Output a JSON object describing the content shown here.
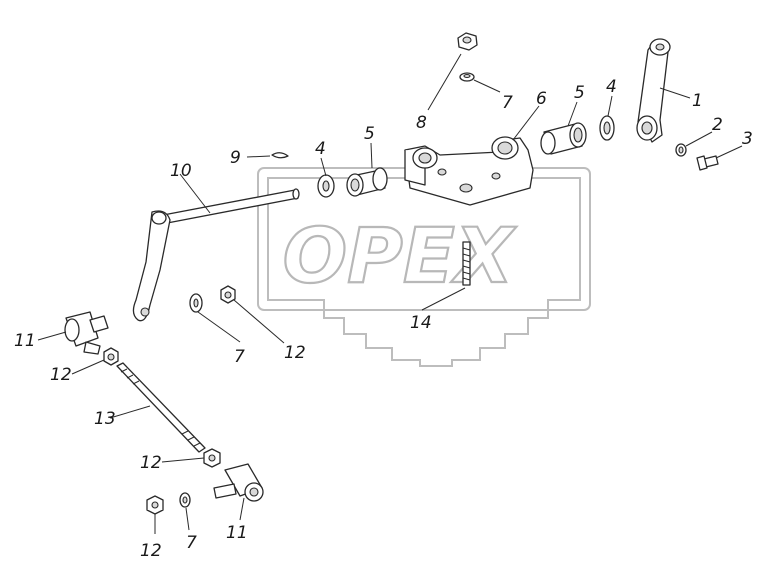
{
  "watermark": {
    "text": "OPEX",
    "color": "#b8b8b8"
  },
  "callouts": [
    {
      "id": "c1",
      "text": "1"
    },
    {
      "id": "c2",
      "text": "2"
    },
    {
      "id": "c3",
      "text": "3"
    },
    {
      "id": "c4a",
      "text": "4"
    },
    {
      "id": "c4b",
      "text": "4"
    },
    {
      "id": "c5a",
      "text": "5"
    },
    {
      "id": "c5b",
      "text": "5"
    },
    {
      "id": "c6",
      "text": "6"
    },
    {
      "id": "c7a",
      "text": "7"
    },
    {
      "id": "c7b",
      "text": "7"
    },
    {
      "id": "c7c",
      "text": "7"
    },
    {
      "id": "c8",
      "text": "8"
    },
    {
      "id": "c9",
      "text": "9"
    },
    {
      "id": "c10",
      "text": "10"
    },
    {
      "id": "c11a",
      "text": "11"
    },
    {
      "id": "c11b",
      "text": "11"
    },
    {
      "id": "c12a",
      "text": "12"
    },
    {
      "id": "c12b",
      "text": "12"
    },
    {
      "id": "c12c",
      "text": "12"
    },
    {
      "id": "c12d",
      "text": "12"
    },
    {
      "id": "c13",
      "text": "13"
    },
    {
      "id": "c14",
      "text": "14"
    }
  ]
}
